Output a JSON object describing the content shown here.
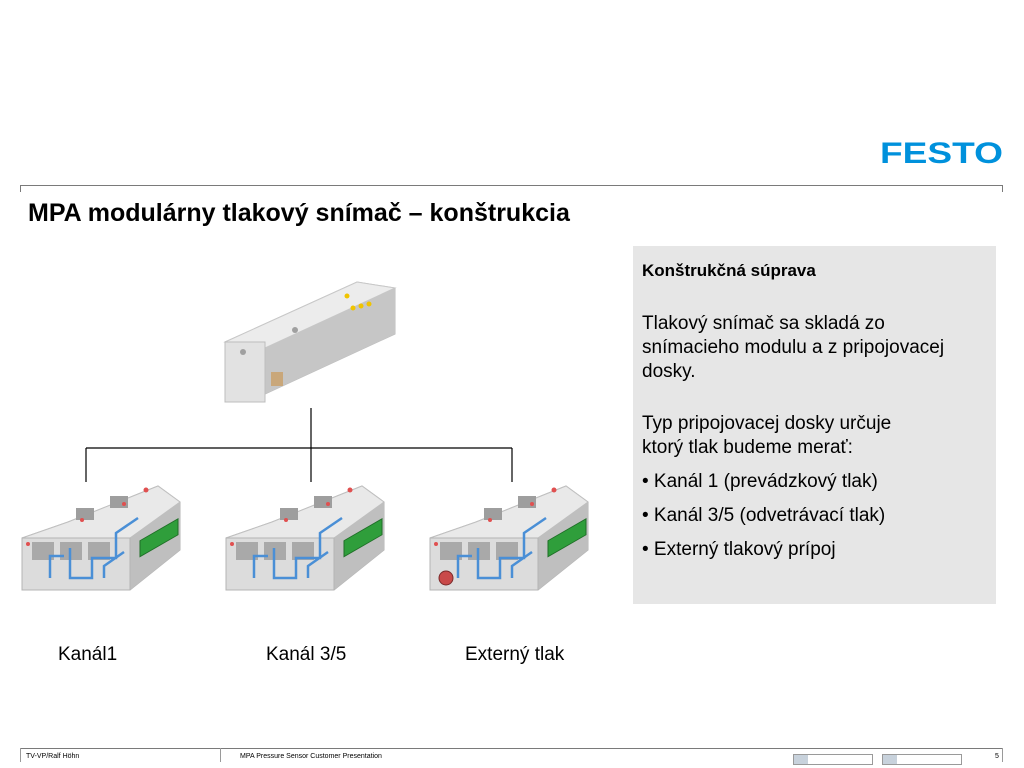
{
  "brand": {
    "logo_text": "FESTO",
    "color": "#0091dc"
  },
  "slide": {
    "title": "MPA modulárny tlakový snímač – konštrukcia",
    "page_number": "5"
  },
  "panel": {
    "heading": "Konštrukčná súprava",
    "paragraph1": "Tlakový snímač sa skladá zo snímacieho modulu a z pripojovacej dosky.",
    "paragraph2_line1": "Typ pripojovacej dosky určuje",
    "paragraph2_line2": "ktorý  tlak budeme merať:",
    "bullets": [
      "• Kanál 1 (prevádzkový tlak)",
      "• Kanál 3/5 (odvetrávací tlak)",
      "• Externý tlakový prípoj"
    ],
    "background": "#e6e6e6"
  },
  "diagram": {
    "captions": [
      "Kanál1",
      "Kanál 3/5",
      "Externý tlak"
    ]
  },
  "footer": {
    "left": "TV-VP/Ralf Höhn",
    "center": "MPA Pressure Sensor Customer Presentation",
    "page": "5"
  }
}
